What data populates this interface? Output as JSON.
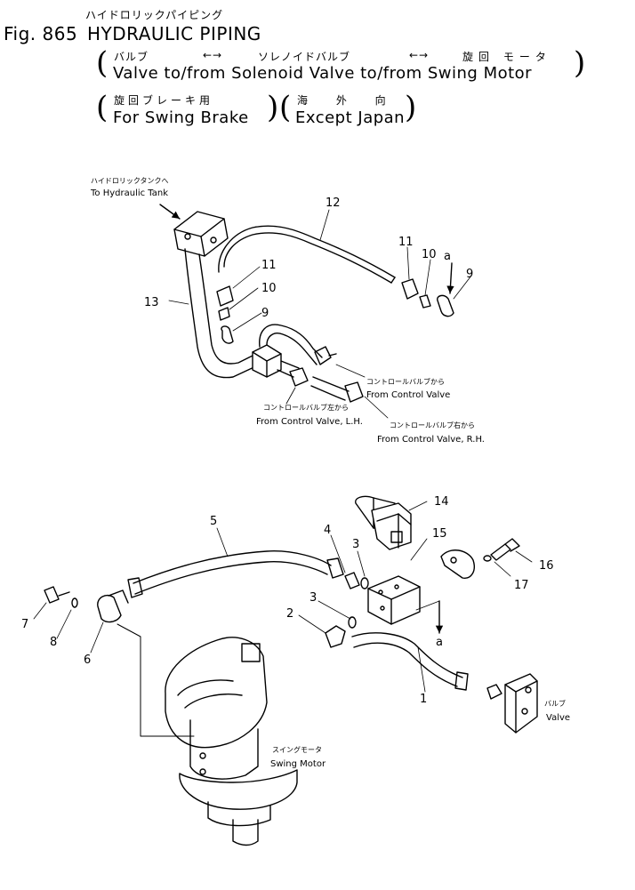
{
  "header": {
    "title_jp": "ハイドロリックパイピング",
    "fig_label": "Fig. 865",
    "title_en": "HYDRAULIC PIPING",
    "line1_jp": {
      "a": "バルブ",
      "arrow1": "←→",
      "b": "ソレノイドバルブ",
      "arrow2": "←→",
      "c": "旋回 モータ"
    },
    "line1_en": "Valve to/from Solenoid Valve to/from Swing Motor",
    "brake_jp": "旋回ブレーキ用",
    "brake_en": "For Swing Brake",
    "except_jp": "海 外 向",
    "except_en": "Except Japan"
  },
  "labels": {
    "tank_jp": "ハイドロリックタンクへ",
    "tank_en": "To Hydraulic Tank",
    "cv_jp": "コントロールバルブから",
    "cv_en": "From Control Valve",
    "cvl_jp": "コントロールバルブ左から",
    "cvl_en": "From Control Valve, L.H.",
    "cvr_jp": "コントロールバルブ右から",
    "cvr_en": "From Control Valve, R.H.",
    "valve_jp": "バルブ",
    "valve_en": "Valve",
    "motor_jp": "スイングモータ",
    "motor_en": "Swing Motor",
    "ref_a": "a"
  },
  "callouts": {
    "top": [
      "12",
      "11",
      "10",
      "9",
      "13",
      "11",
      "10",
      "9"
    ],
    "bottom": [
      "14",
      "15",
      "16",
      "17",
      "5",
      "4",
      "3",
      "3",
      "2",
      "1",
      "7",
      "8",
      "6"
    ]
  }
}
